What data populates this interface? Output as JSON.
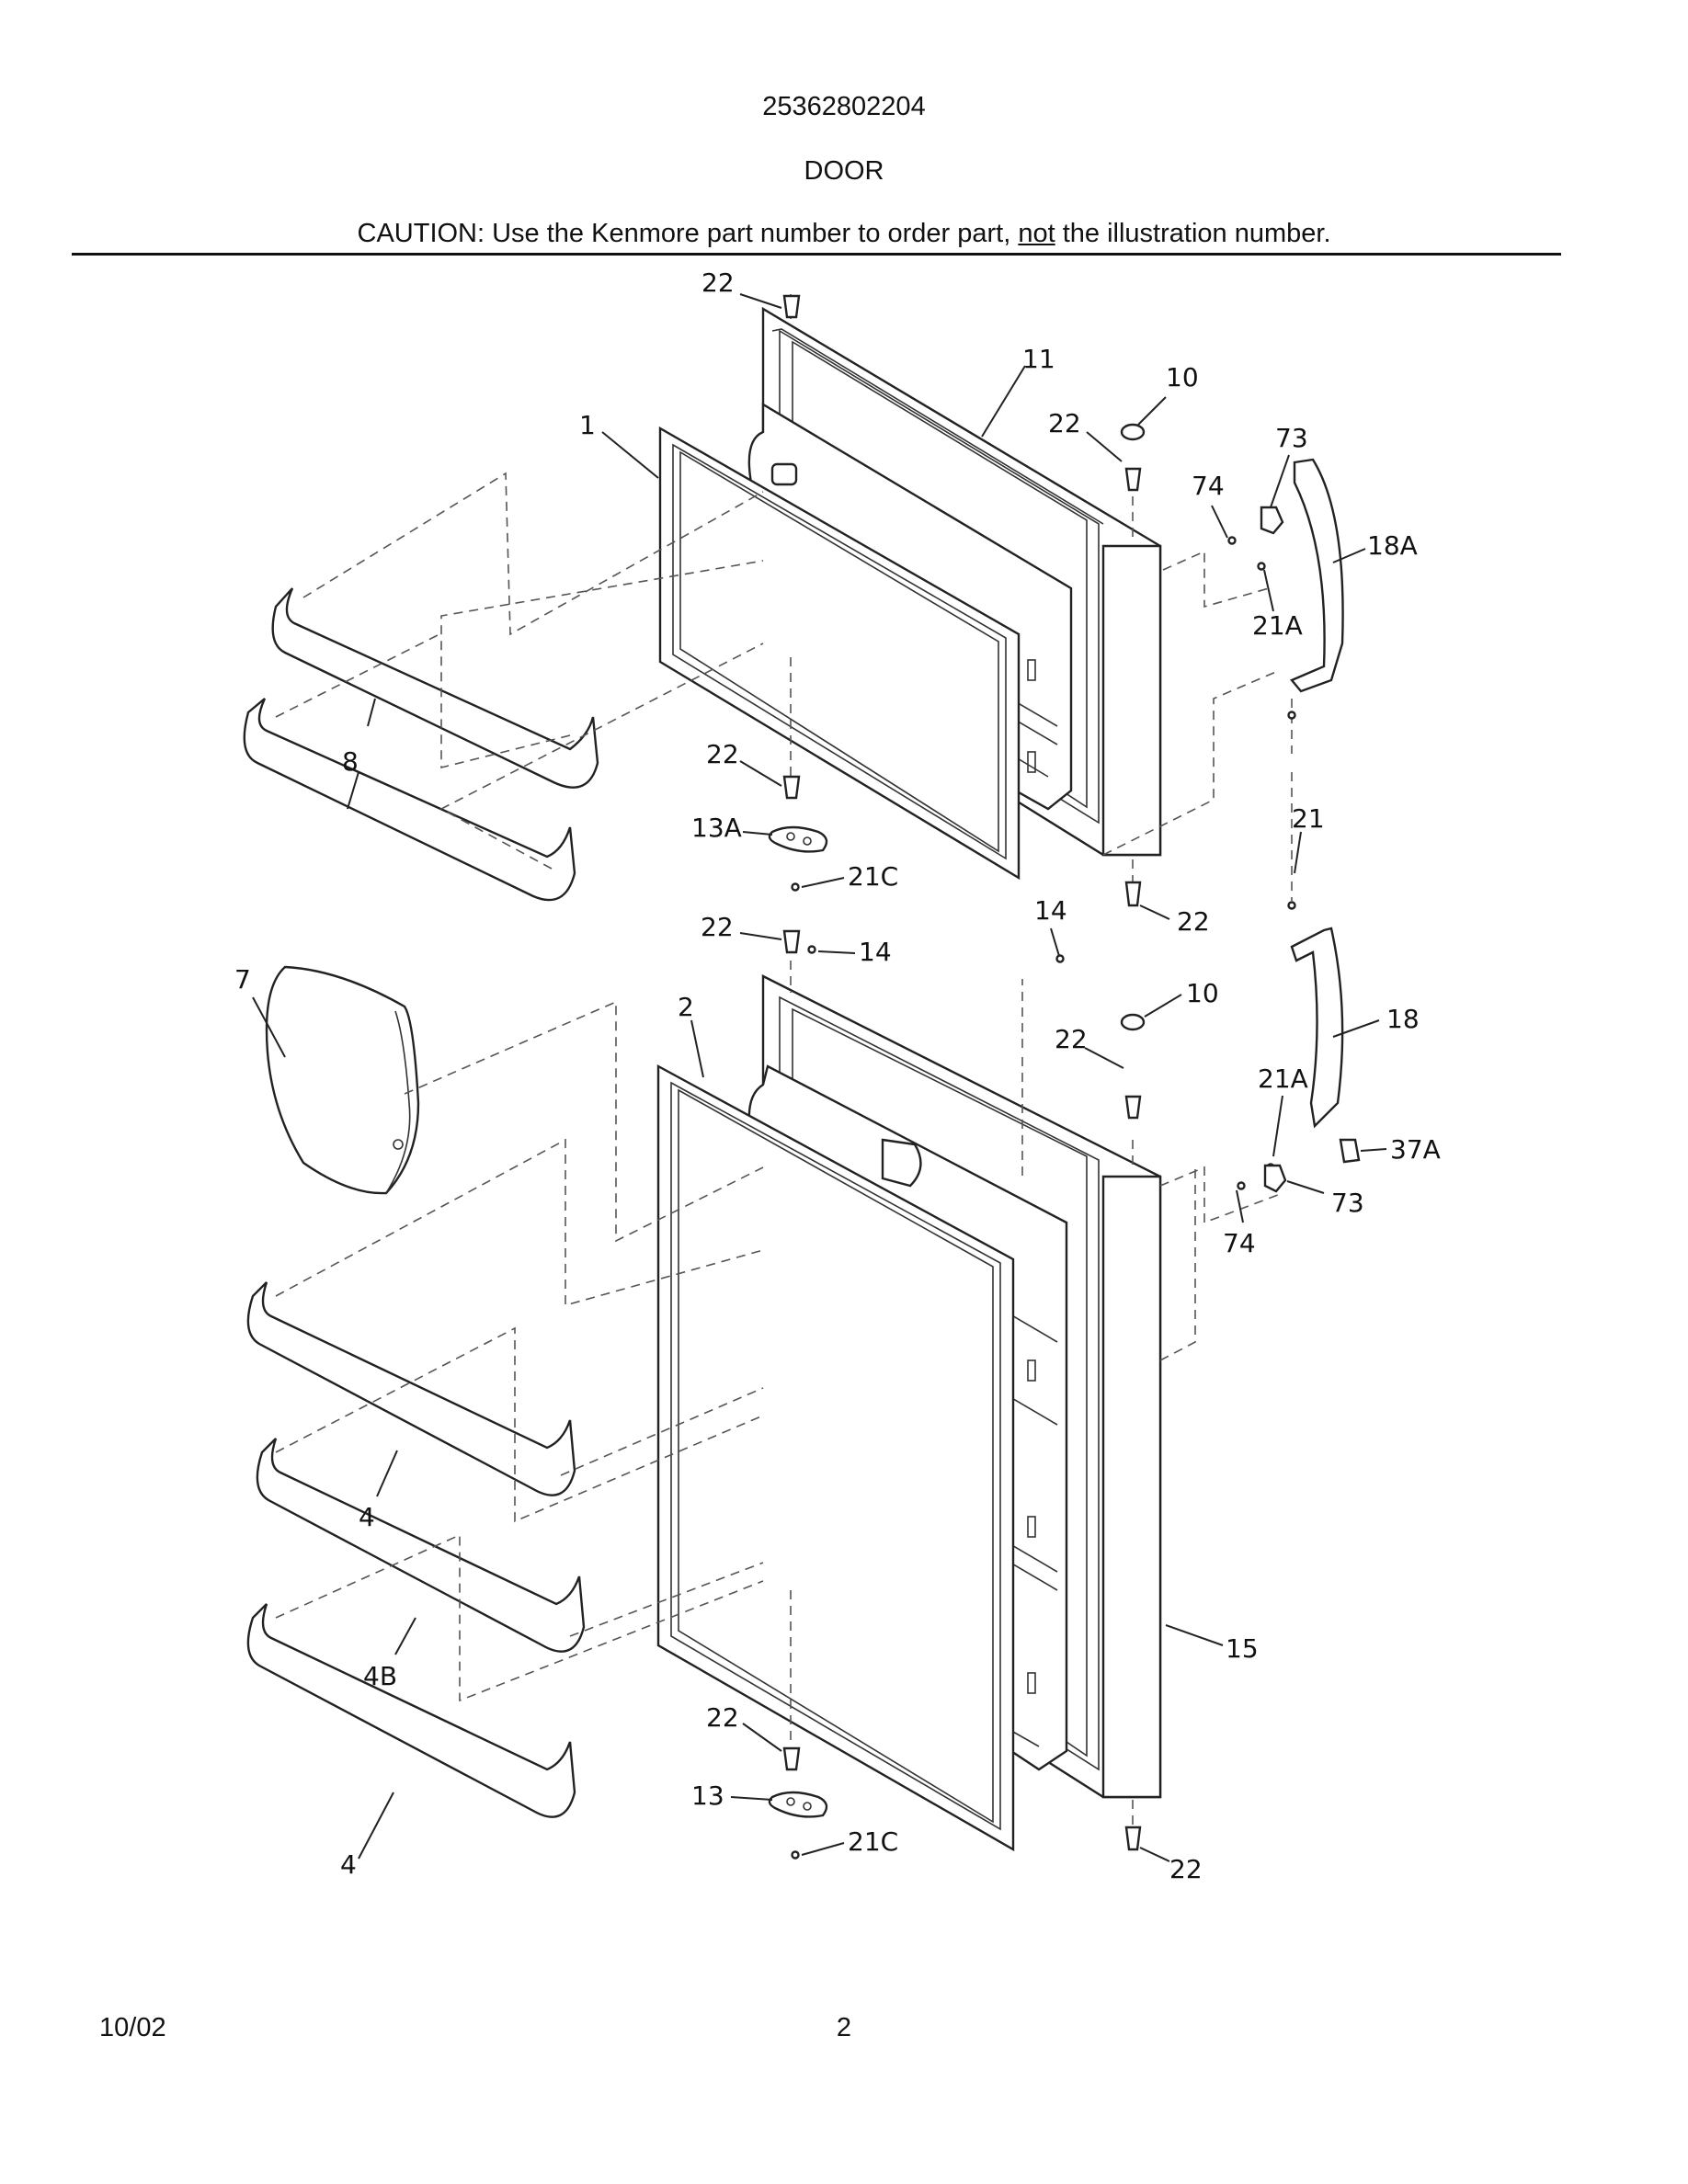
{
  "header": {
    "model_number": "25362802204",
    "section_title": "DOOR",
    "caution_before": "CAUTION: Use the Kenmore part number to order part, ",
    "caution_emph": "not",
    "caution_after": " the illustration number."
  },
  "footer": {
    "date": "10/02",
    "page_number": "2"
  },
  "callouts": {
    "c22_top": "22",
    "c11": "11",
    "c10_upper": "10",
    "c1": "1",
    "c22_hinge_upper": "22",
    "c73_upper": "73",
    "c74_upper": "74",
    "c18A": "18A",
    "c21A_upper": "21A",
    "c8": "8",
    "c22_upper_left": "22",
    "c13A": "13A",
    "c21C_upper": "21C",
    "c21": "21",
    "c22_upper_bottom": "22",
    "c14_right": "14",
    "c22_mid": "22",
    "c14_mid": "14",
    "c7": "7",
    "c2": "2",
    "c10_lower": "10",
    "c22_hinge_lower": "22",
    "c18": "18",
    "c21A_lower": "21A",
    "c37A": "37A",
    "c73_lower": "73",
    "c74_lower": "74",
    "c4_upper": "4",
    "c4B": "4B",
    "c15": "15",
    "c22_lower_left": "22",
    "c13": "13",
    "c21C_lower": "21C",
    "c4_lower": "4",
    "c22_lower_bottom": "22"
  }
}
